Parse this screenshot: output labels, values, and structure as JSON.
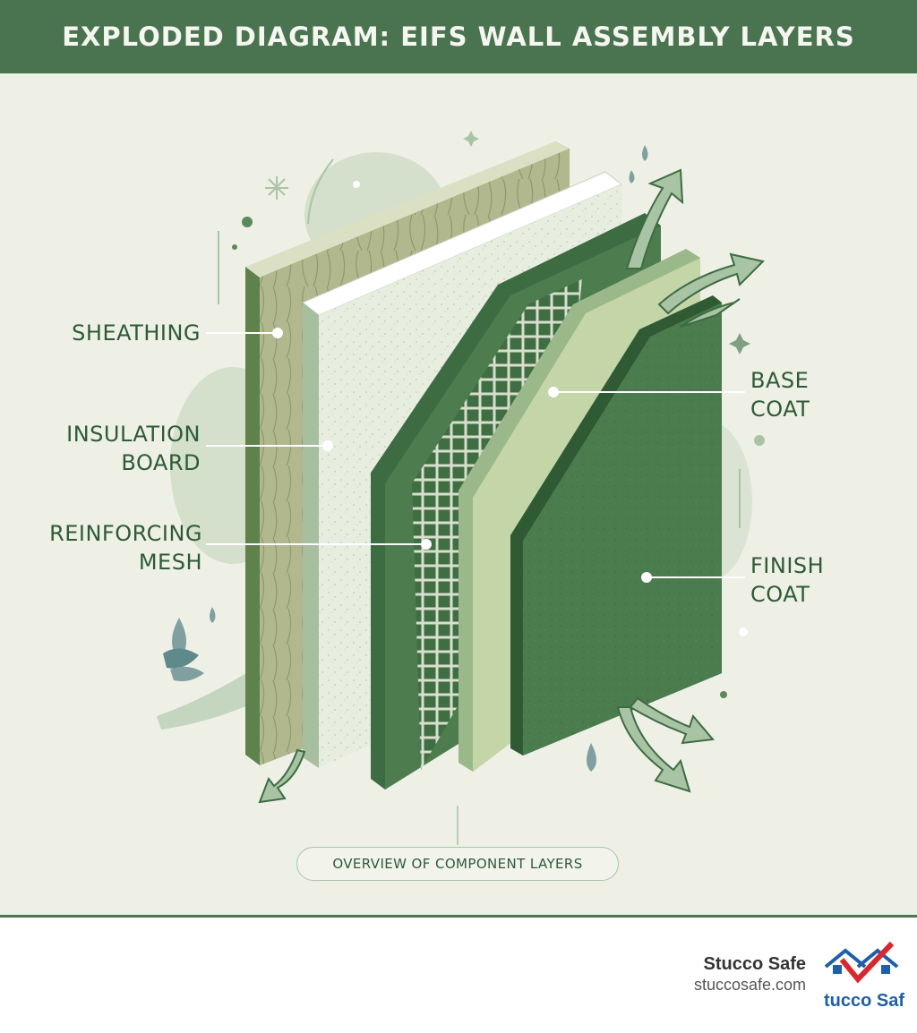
{
  "title": "EXPLODED DIAGRAM: EIFS WALL ASSEMBLY LAYERS",
  "labels": {
    "sheathing": [
      "SHEATHING"
    ],
    "insulation": [
      "INSULATION",
      "BOARD"
    ],
    "mesh": [
      "REINFORCING",
      "MESH"
    ],
    "base": [
      "BASE",
      "COAT"
    ],
    "finish": [
      "FINISH",
      "COAT"
    ]
  },
  "caption": "OVERVIEW OF COMPONENT LAYERS",
  "brand": {
    "name": "Stucco Safe",
    "url": "stuccosafe.com",
    "logo_text": "tucco Saf"
  },
  "colors": {
    "header": "#4a7350",
    "background": "#eef0e6",
    "label": "#2e5a36",
    "logo_blue": "#1f5fa8",
    "logo_red": "#d6282e"
  }
}
